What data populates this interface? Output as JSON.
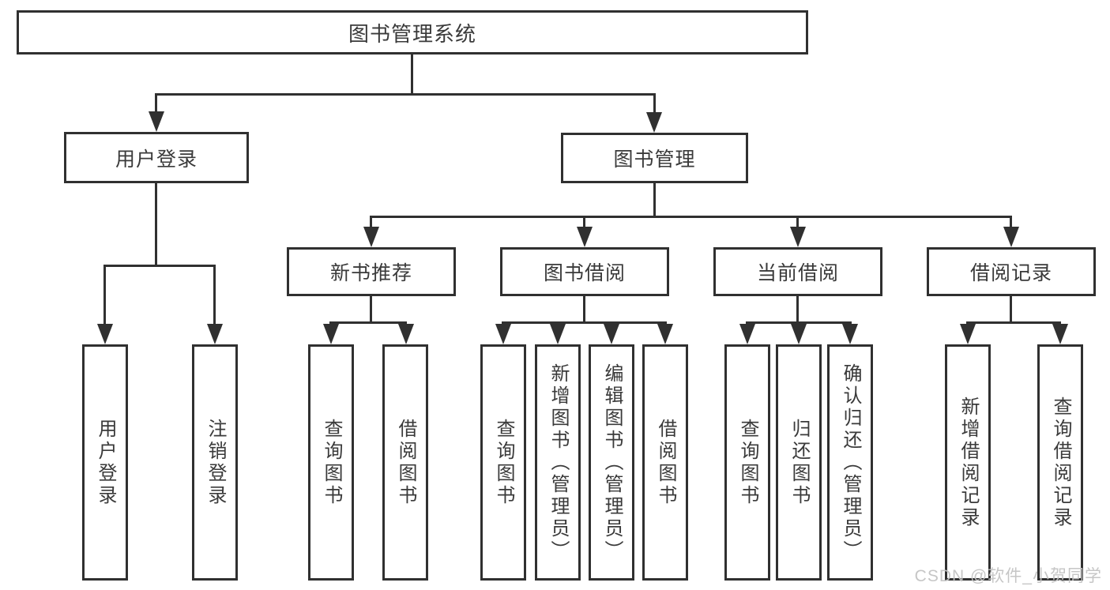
{
  "colors": {
    "line": "#303030",
    "text": "#3a3a3a",
    "background": "#ffffff",
    "watermark": "#c3c3c3"
  },
  "root": {
    "label": "图书管理系统"
  },
  "branches": {
    "user_login": {
      "label": "用户登录",
      "children": [
        "用户登录",
        "注销登录"
      ]
    },
    "book_mgmt": {
      "label": "图书管理"
    }
  },
  "modules": [
    {
      "label": "新书推荐",
      "children": [
        "查询图书",
        "借阅图书"
      ]
    },
    {
      "label": "图书借阅",
      "children": [
        "查询图书",
        "新增图书（管理员）",
        "编辑图书（管理员）",
        "借阅图书"
      ]
    },
    {
      "label": "当前借阅",
      "children": [
        "查询图书",
        "归还图书",
        "确认归还（管理员）"
      ]
    },
    {
      "label": "借阅记录",
      "children": [
        "新增借阅记录",
        "查询借阅记录"
      ]
    }
  ],
  "watermark": "CSDN @软件_小贺同学"
}
